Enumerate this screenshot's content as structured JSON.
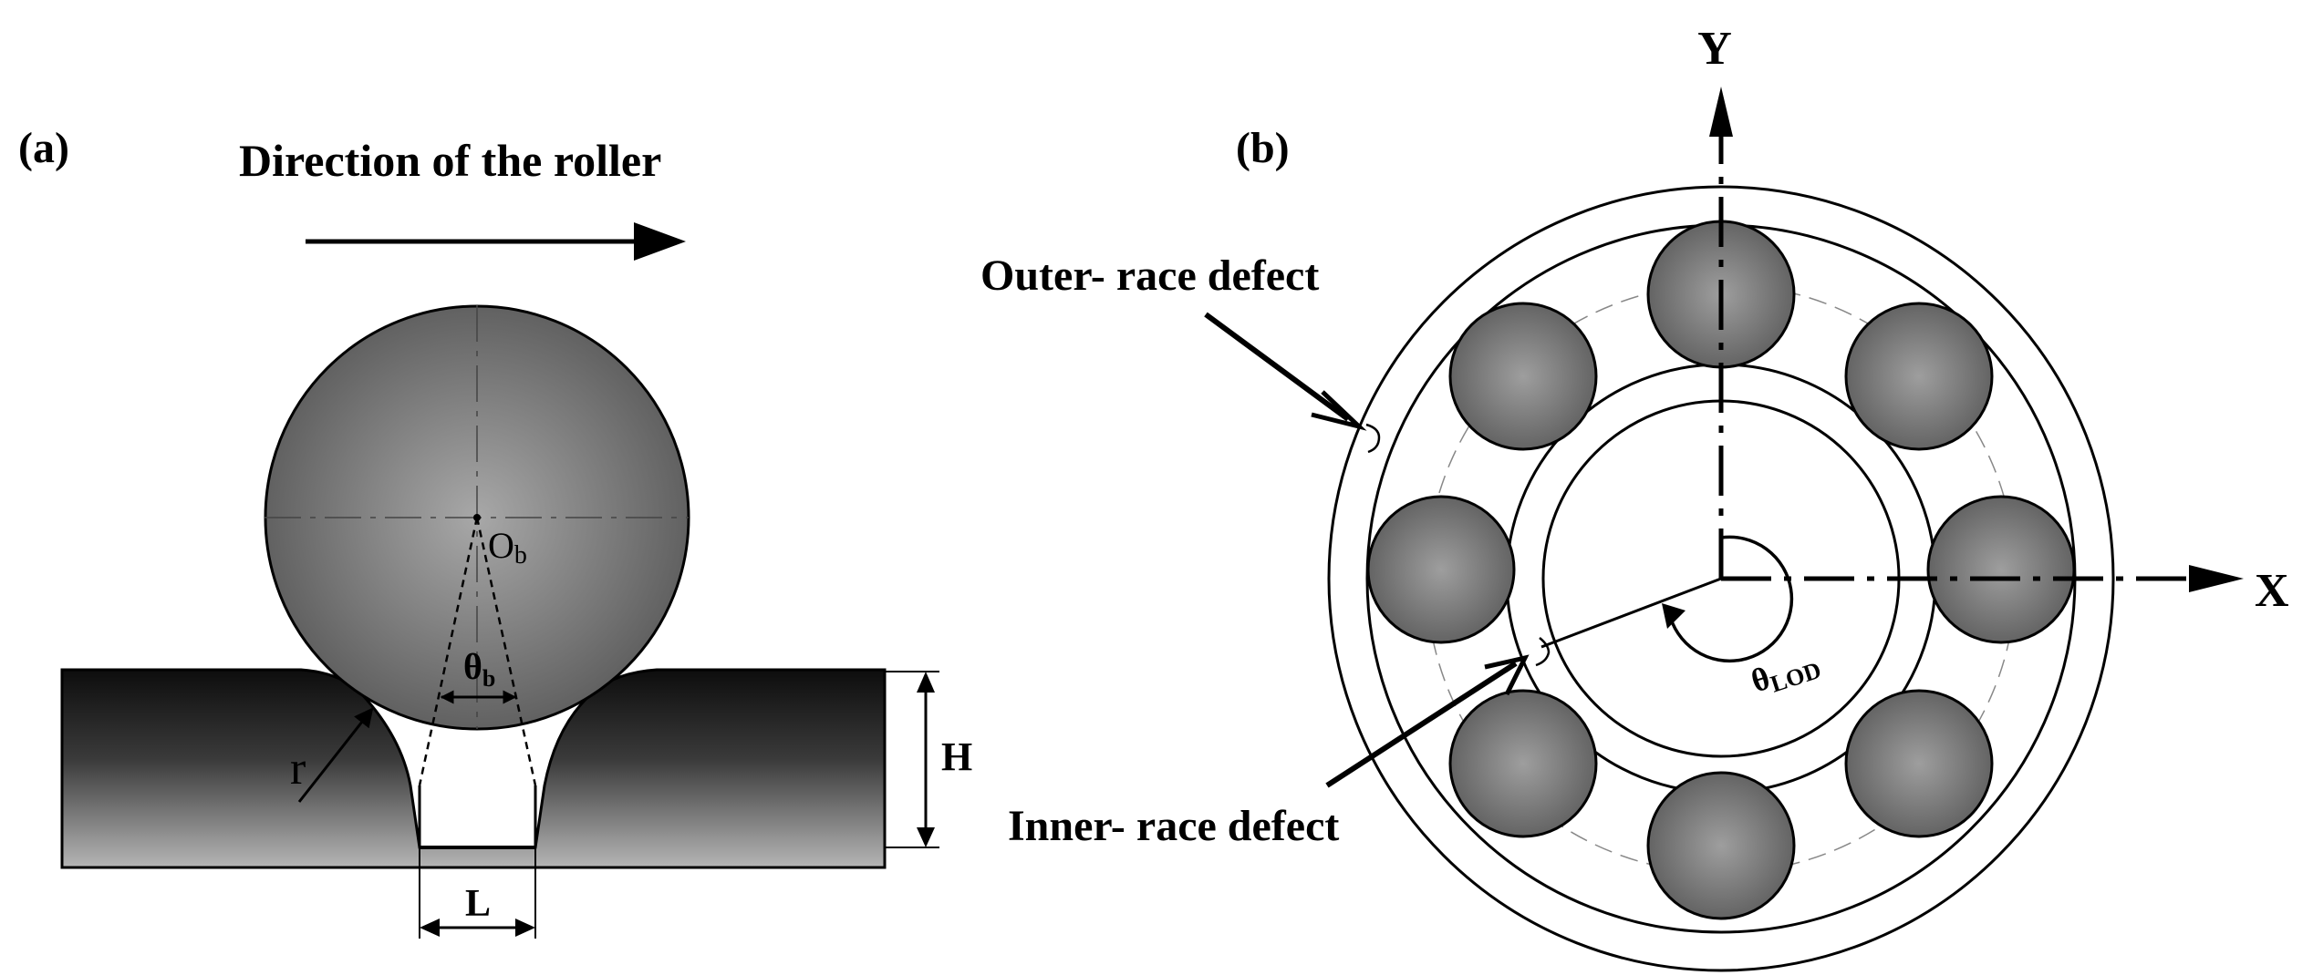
{
  "panel_a": {
    "label": "(a)",
    "direction_text": "Direction of the roller",
    "center_label": "O",
    "center_sub": "b",
    "angle_label": "θ",
    "angle_sub": "b",
    "radius_label": "r",
    "height_label": "H",
    "length_label": "L"
  },
  "panel_b": {
    "label": "(b)",
    "y_axis": "Y",
    "x_axis": "X",
    "outer_defect": "Outer- race defect",
    "inner_defect": "Inner- race defect",
    "angle_label": "θ",
    "angle_sub": "LOD"
  },
  "colors": {
    "ball_light": "#a8a8a8",
    "ball_dark": "#5a5a5a",
    "race_dark": "#0d0d0d",
    "race_light": "#b5b5b5"
  }
}
